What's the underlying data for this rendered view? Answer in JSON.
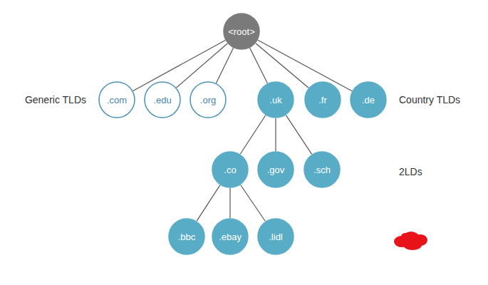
{
  "diagram": {
    "nodes": [
      {
        "text": [
          "<root>"
        ]
      },
      {
        "text": [
          ".com"
        ]
      },
      {
        "text": [
          ".edu"
        ]
      },
      {
        "text": [
          ".org"
        ]
      },
      {
        "text": [
          ".uk"
        ]
      },
      {
        "text": [
          ".fr"
        ]
      },
      {
        "text": [
          ".de"
        ]
      },
      {
        "text": [
          ".co"
        ]
      },
      {
        "text": [
          ".gov"
        ]
      },
      {
        "text": [
          ".sch"
        ]
      },
      {
        "text": [
          ".bbc"
        ]
      },
      {
        "text": [
          ".ebay"
        ]
      },
      {
        "text": [
          ".lidl"
        ]
      }
    ],
    "edges": [
      {
        "from": 0,
        "to": 1,
        "arrow": "none"
      },
      {
        "from": 0,
        "to": 2,
        "arrow": "none"
      },
      {
        "from": 0,
        "to": 3,
        "arrow": "none"
      },
      {
        "from": 0,
        "to": 4,
        "arrow": "none"
      },
      {
        "from": 0,
        "to": 5,
        "arrow": "none"
      },
      {
        "from": 0,
        "to": 6,
        "arrow": "none"
      },
      {
        "from": 4,
        "to": 7,
        "arrow": "none"
      },
      {
        "from": 4,
        "to": 8,
        "arrow": "none"
      },
      {
        "from": 4,
        "to": 9,
        "arrow": "none"
      },
      {
        "from": 7,
        "to": 10,
        "arrow": "none"
      },
      {
        "from": 7,
        "to": 11,
        "arrow": "none"
      },
      {
        "from": 7,
        "to": 12,
        "arrow": "none"
      }
    ],
    "labels": [
      "Generic TLDs",
      "Country TLDs",
      "2LDs"
    ]
  }
}
